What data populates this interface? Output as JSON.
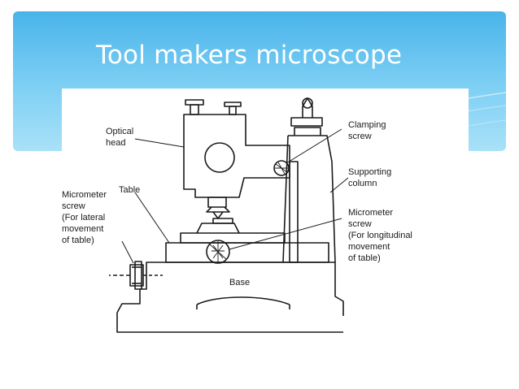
{
  "slide": {
    "title": "Tool makers microscope",
    "colors": {
      "banner_top": "#49b4ea",
      "banner_bottom": "#a9e1f8",
      "title_text": "#ffffff",
      "ink": "#1a1a1a"
    }
  },
  "diagram": {
    "labels": {
      "optical_head": "Optical\nhead",
      "clamping_screw": "Clamping\nscrew",
      "supporting_column": "Supporting\ncolumn",
      "table": "Table",
      "micrometer_lateral": "Micrometer\nscrew\n(For lateral\nmovement\nof table)",
      "micrometer_longitudinal": "Micrometer\nscrew\n(For longitudinal\nmovement\nof table)",
      "base": "Base"
    }
  }
}
